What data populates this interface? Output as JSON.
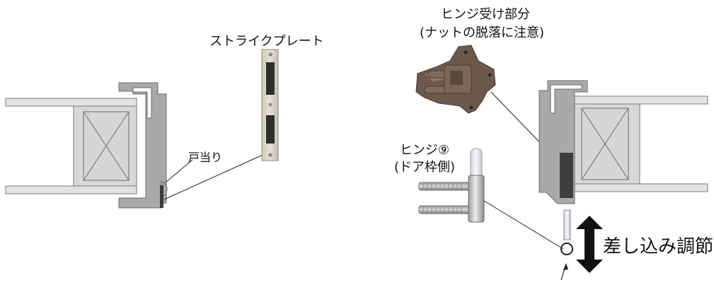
{
  "labels": {
    "strike_plate": "ストライクプレート",
    "door_stop": "戸当り",
    "hinge_receiver_line1": "ヒンジ受け部分",
    "hinge_receiver_line2": "(ナットの脱落に注意)",
    "hinge_line1": "ヒンジ⑨",
    "hinge_line2": "(ドア枠側)",
    "insert_adjust": "差し込み調節"
  },
  "colors": {
    "frame_gray": "#a9a9a9",
    "door_face": "#d8d8d8",
    "rail_fill": "#e2e2e2",
    "outline": "#6b6b6b",
    "plate_fill": "#d9d4c6",
    "hardware_dark": "#6b5a4c",
    "hinge_metal": "#c7c7c7",
    "arrow": "#111111"
  }
}
